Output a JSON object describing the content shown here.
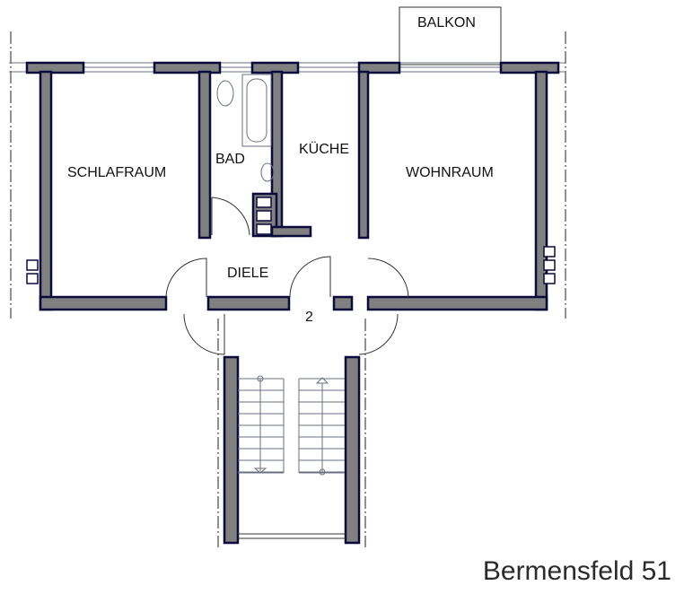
{
  "rooms": {
    "balkon": "BALKON",
    "schlafraum": "SCHLAFRAUM",
    "bad": "BAD",
    "kueche": "KÜCHE",
    "wohnraum": "WOHNRAUM",
    "diele": "DIELE"
  },
  "unit_number": "2",
  "address": "Bermensfeld 51",
  "colors": {
    "wall_fill": "#808080",
    "wall_stroke": "#0b0b3b"
  }
}
